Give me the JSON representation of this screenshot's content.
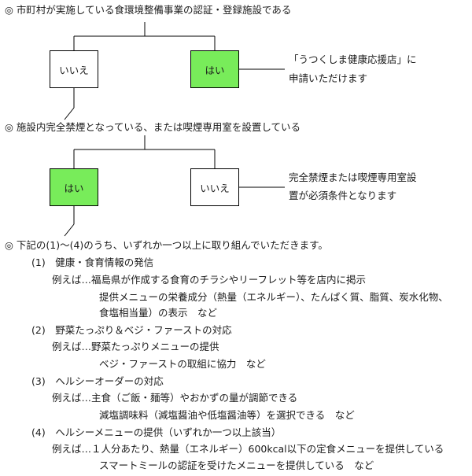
{
  "q1": {
    "question": "◎ 市町村が実施している食環境整備事業の認証・登録施設である",
    "no_label": "いいえ",
    "yes_label": "はい",
    "note_line1": "「うつくしま健康応援店」に",
    "note_line2": "申請いただけます"
  },
  "q2": {
    "question": "◎ 施設内完全禁煙となっている、または喫煙専用室を設置している",
    "yes_label": "はい",
    "no_label": "いいえ",
    "note_line1": "完全禁煙または喫煙専用室設",
    "note_line2": "置が必須条件となります"
  },
  "q3": {
    "question": "◎ 下記の(1)～(4)のうち、いずれか一つ以上に取り組んでいただきます。",
    "items": [
      {
        "heading": "(1)　健康・食育情報の発信",
        "lines": [
          "例えば…福島県が作成する食育のチラシやリーフレット等を店内に掲示",
          "提供メニューの栄養成分（熱量（エネルギー）、たんぱく質、脂質、炭水化物、",
          "食塩相当量）の表示　など"
        ]
      },
      {
        "heading": "(2)　野菜たっぷり＆ベジ・ファーストの対応",
        "lines": [
          "例えば…野菜たっぷりメニューの提供",
          "ベジ・ファーストの取組に協力　など"
        ]
      },
      {
        "heading": "(3)　ヘルシーオーダーの対応",
        "lines": [
          "例えば…主食（ご飯・麺等）やおかずの量が調節できる",
          "減塩調味料（減塩醤油や低塩醤油等）を選択できる　など"
        ]
      },
      {
        "heading": "(4)　ヘルシーメニューの提供（いずれか一つ以上該当）",
        "lines": [
          "例えば…１人分あたり、熱量（エネルギー）600kcal以下の定食メニューを提供している",
          "スマートミールの認証を受けたメニューを提供している　など"
        ]
      }
    ]
  },
  "colors": {
    "yes_box": "#78ec5a",
    "no_box": "#ffffff",
    "line": "#000000"
  }
}
